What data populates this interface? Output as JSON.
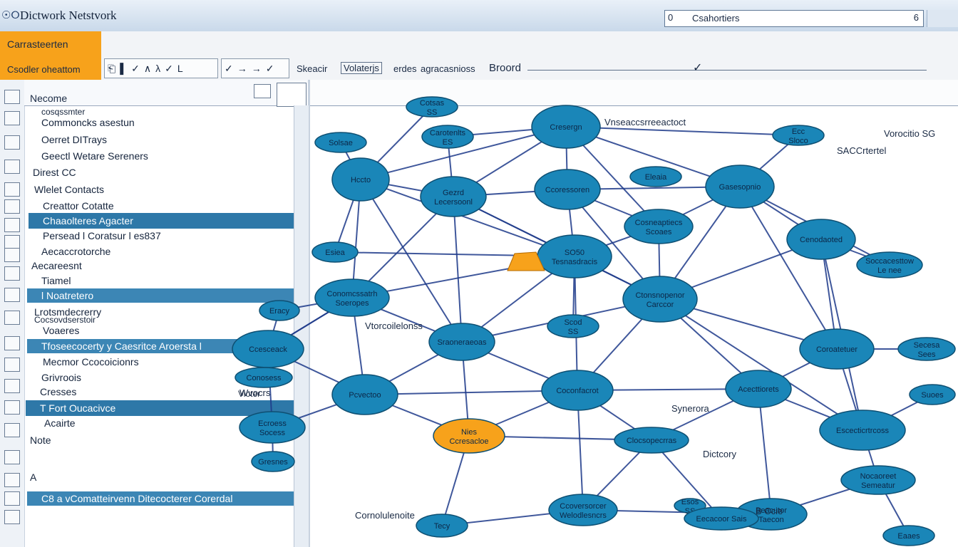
{
  "window": {
    "title": "Dictwork Netstvork",
    "icon": "network-icon"
  },
  "search": {
    "value": "Csahortiers",
    "left_icon": "0",
    "right_icon": "6"
  },
  "quick_panel": {
    "line1": "Carrasteerten",
    "line2": "Csodler oheattom"
  },
  "toolbar": {
    "group1": [
      "⎗",
      "▌",
      "✓",
      "∧",
      "λ",
      "✓",
      "L"
    ],
    "group2": [
      "✓",
      "→",
      "→",
      "✓"
    ],
    "crumbs": [
      "Skeacir",
      "Volaterjs",
      "erdes",
      "agracasnioss"
    ],
    "crumb_end": "Broord"
  },
  "panel": {
    "title": "Necome"
  },
  "tree": [
    {
      "label": "cosqssmter",
      "style": "sm"
    },
    {
      "label": "Commoncks asestun",
      "style": "normal"
    },
    {
      "label": "Oerret DITrays",
      "style": "normal"
    },
    {
      "label": "Geectl Wetare Sereners",
      "style": "normal"
    },
    {
      "label": "Direst CC",
      "style": "normal"
    },
    {
      "label": "Wlelet Contacts",
      "style": "normal"
    },
    {
      "label": "Creattor Cotatte",
      "style": "normal"
    },
    {
      "label": "Chaaolteres Agacter",
      "style": "selected"
    },
    {
      "label": "Persead l Coratsur l es837",
      "style": "normal"
    },
    {
      "label": "Aecaccrotorche",
      "style": "normal"
    },
    {
      "label": "Aecareesnt",
      "style": "normal"
    },
    {
      "label": "Tiamel",
      "style": "normal"
    },
    {
      "label": "l Noatretero",
      "style": "selected2"
    },
    {
      "label": "Lrotsmdecrerry",
      "style": "normal"
    },
    {
      "label": "Voaeres",
      "style": "normal"
    },
    {
      "label": "Tfoseecocerty y Caesritce Aroersta l",
      "style": "selected2"
    },
    {
      "label": "Mecmor Ccocoicionrs",
      "style": "normal"
    },
    {
      "label": "Grivroois",
      "style": "normal"
    },
    {
      "label": "Cresses",
      "style": "normal"
    },
    {
      "label": "T Fort Oucacivce",
      "style": "selected"
    },
    {
      "label": "Acairte",
      "style": "normal"
    },
    {
      "label": "Note",
      "style": "normal"
    },
    {
      "label": "C8 a vComatteirvenn Ditecocterer Corerdal",
      "style": "selected2"
    }
  ],
  "tree_extra": {
    "sub1": "Cocsovdserstoir",
    "letter_a": "A",
    "vol": "Vioter"
  },
  "graph": {
    "accent": "#1a86b8",
    "highlight": "#f7a21b",
    "edge_color": "#1e3a8a",
    "nodes": [
      {
        "id": "n1",
        "label": "Cresergn",
        "sub": ""
      },
      {
        "id": "n2",
        "label": "Carotenlts",
        "sub": "ES"
      },
      {
        "id": "n3",
        "label": "Gezrd",
        "sub": "Lecersoonl"
      },
      {
        "id": "n4",
        "label": "Ccoressoren",
        "sub": ""
      },
      {
        "id": "n5",
        "label": "Gasesopnio",
        "sub": ""
      },
      {
        "id": "n6",
        "label": "Cenodaoted",
        "sub": ""
      },
      {
        "id": "n7",
        "label": "Cosneaptiecs",
        "sub": "Scoaes"
      },
      {
        "id": "n8",
        "label": "SO50",
        "sub": "Tesnasdracis"
      },
      {
        "id": "n9",
        "label": "Ctonsnopenor",
        "sub": "Carccor"
      },
      {
        "id": "n10",
        "label": "Coroatetuer",
        "sub": ""
      },
      {
        "id": "n11",
        "label": "Sraoneraeoas",
        "sub": ""
      },
      {
        "id": "n12",
        "label": "Coconfacrot",
        "sub": ""
      },
      {
        "id": "n13",
        "label": "Ccesceack",
        "sub": ""
      },
      {
        "id": "n14",
        "label": "Pcvectoo",
        "sub": ""
      },
      {
        "id": "n15",
        "label": "Clocsopecrras",
        "sub": ""
      },
      {
        "id": "n16",
        "label": "Acecttiorets",
        "sub": ""
      },
      {
        "id": "n17",
        "label": "Escecticrtrcoss",
        "sub": ""
      },
      {
        "id": "n18",
        "label": "Nocaoreet",
        "sub": "Semeatur"
      },
      {
        "id": "n19",
        "label": "Ccoversorcer",
        "sub": "Welodlesncrs"
      },
      {
        "id": "n20",
        "label": "Conomcssatrh",
        "sub": "Soeropes"
      },
      {
        "id": "n21",
        "label": "Hccto",
        "sub": ""
      },
      {
        "id": "n22",
        "label": "Nies",
        "sub": "Ccresacloe"
      },
      {
        "id": "n23",
        "label": "Beacutor",
        "sub": "Taecon"
      },
      {
        "id": "n24",
        "label": "Solsae",
        "sub": ""
      },
      {
        "id": "n25",
        "label": "Cotsas",
        "sub": "SS"
      },
      {
        "id": "n26",
        "label": "Conosess",
        "sub": ""
      },
      {
        "id": "n27",
        "label": "Eleaia",
        "sub": ""
      },
      {
        "id": "n28",
        "label": "Ecc",
        "sub": "Sloco"
      },
      {
        "id": "n29",
        "label": "Esiea",
        "sub": ""
      },
      {
        "id": "n30",
        "label": "Eracy",
        "sub": ""
      },
      {
        "id": "n31",
        "label": "Ecroess",
        "sub": "Socess"
      },
      {
        "id": "n32",
        "label": "Soccacesttow",
        "sub": "Le nee"
      },
      {
        "id": "n33",
        "label": "Secesa",
        "sub": "Sees"
      },
      {
        "id": "n34",
        "label": "Suoes",
        "sub": ""
      },
      {
        "id": "n35",
        "label": "Gresnes",
        "sub": ""
      },
      {
        "id": "n36",
        "label": "Eaaes",
        "sub": ""
      },
      {
        "id": "n37",
        "label": "Scod",
        "sub": "SS"
      },
      {
        "id": "n38",
        "label": "Tecy",
        "sub": ""
      },
      {
        "id": "n39",
        "label": "Esos",
        "sub": "SS"
      },
      {
        "id": "n40",
        "label": "Eecacoor Sais",
        "sub": ""
      }
    ],
    "free_labels": [
      "Vnseaccsrreeactoct",
      "Vorocitio SG",
      "SACCrtertel",
      "Synerora",
      "Dictcory",
      "Cornolulenoite",
      "Wvocrs",
      "Vtorcoilelonss",
      "B Ccie"
    ]
  }
}
